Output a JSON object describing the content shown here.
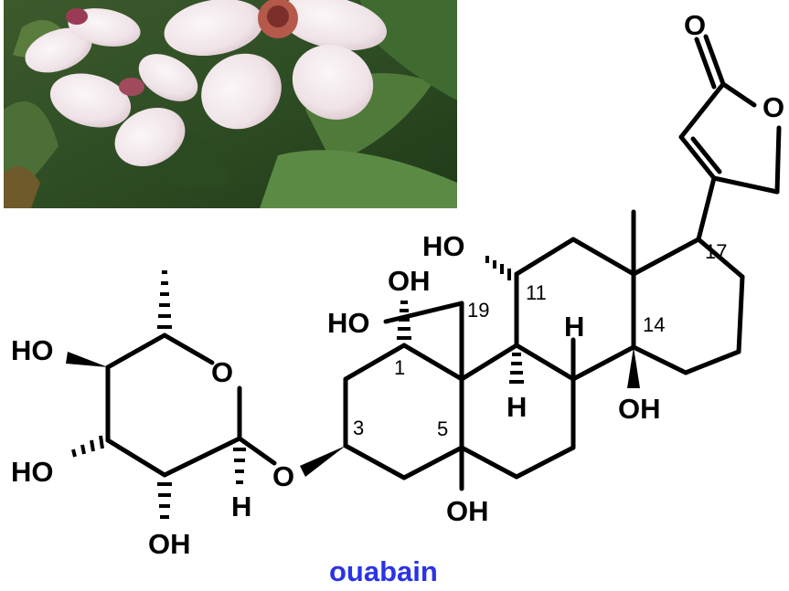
{
  "atoms": {
    "carbonyl_o": "O",
    "ring_o_lactone": "O",
    "ho_11": "HO",
    "oh_1_top": "OH",
    "ho_1_left": "HO",
    "sugar_ho_upper": "HO",
    "sugar_ring_o": "O",
    "sugar_ho_lower": "HO",
    "sugar_oh_bottom": "OH",
    "anomeric_h": "H",
    "glycosidic_o": "O",
    "h_8": "H",
    "h_9": "H",
    "oh_14": "OH",
    "oh_5": "OH"
  },
  "locants": {
    "c17": "17",
    "c19": "19",
    "c11": "11",
    "c14": "14",
    "c1": "1",
    "c3": "3",
    "c5": "5"
  },
  "compound_name": "ouabain",
  "colors": {
    "bond": "#000000",
    "name": "#2a33e6",
    "background": "#ffffff"
  }
}
